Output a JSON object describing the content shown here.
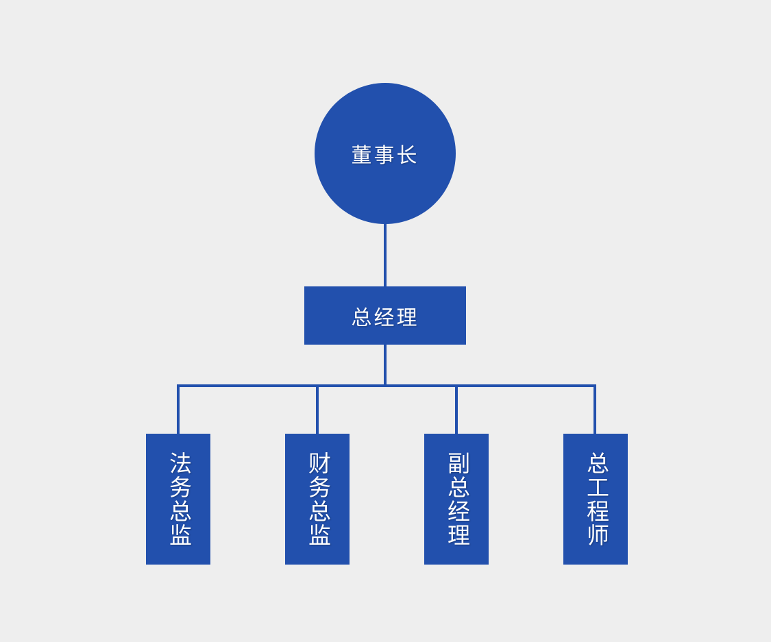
{
  "chart_data": {
    "type": "diagram",
    "diagram_kind": "organization-chart",
    "title": "",
    "background_color": "#eeeeee",
    "node_color": "#2250ad",
    "connector_color": "#2250ad",
    "text_color": "#ffffff",
    "levels": 3,
    "nodes": [
      {
        "id": "n1",
        "label": "董事长",
        "shape": "circle",
        "level": 1
      },
      {
        "id": "n2",
        "label": "总经理",
        "shape": "rect",
        "level": 2
      },
      {
        "id": "n3",
        "label": "法务总监",
        "shape": "rect-vertical",
        "level": 3
      },
      {
        "id": "n4",
        "label": "财务总监",
        "shape": "rect-vertical",
        "level": 3
      },
      {
        "id": "n5",
        "label": "副总经理",
        "shape": "rect-vertical",
        "level": 3
      },
      {
        "id": "n6",
        "label": "总工程师",
        "shape": "rect-vertical",
        "level": 3
      }
    ],
    "edges": [
      {
        "from": "n1",
        "to": "n2"
      },
      {
        "from": "n2",
        "to": "n3"
      },
      {
        "from": "n2",
        "to": "n4"
      },
      {
        "from": "n2",
        "to": "n5"
      },
      {
        "from": "n2",
        "to": "n6"
      }
    ]
  },
  "chart": {
    "root": {
      "label": "董事长"
    },
    "second_level": {
      "label": "总经理"
    },
    "third_level": [
      {
        "label": "法务总监"
      },
      {
        "label": "财务总监"
      },
      {
        "label": "副总经理"
      },
      {
        "label": "总工程师"
      }
    ]
  }
}
